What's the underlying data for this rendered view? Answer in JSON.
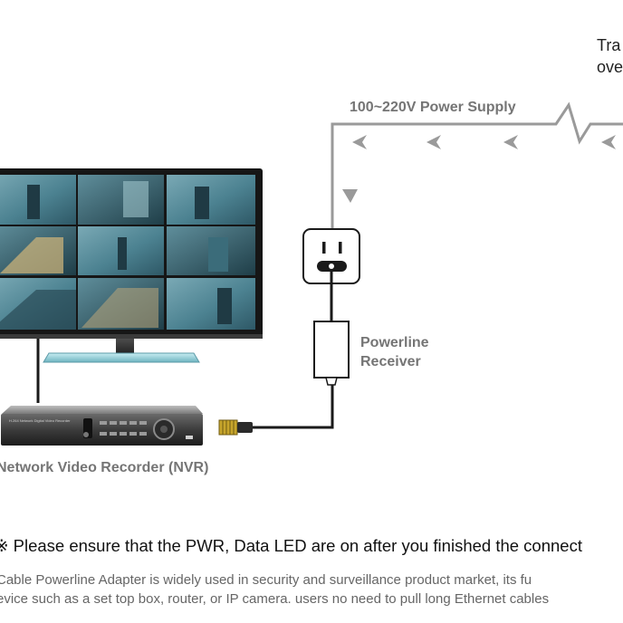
{
  "top_right_text": [
    "Tra",
    "ove"
  ],
  "power_supply_label": "100~220V Power Supply",
  "receiver_label": [
    "Powerline",
    "Receiver"
  ],
  "nvr_label": "Network Video Recorder (NVR)",
  "nvr_brand_text": "H.264  Network Digital Video Recorder",
  "note_text": "※ Please ensure that the PWR, Data LED are on after you finished the connect",
  "description_lines": [
    "Cable Powerline Adapter is widely used in security and surveillance product market, its fu",
    "evice such as a set top box, router, or IP camera. users no need to pull long Ethernet cables"
  ],
  "colors": {
    "cable": "#1a1a1a",
    "power_line": "#9a9a9a",
    "label_gray": "#757575",
    "screen_bg": "#4b7f8e",
    "stand_accent": "#8fd0dc"
  },
  "icons": [
    "power-outlet-icon",
    "flow-arrow-icon",
    "ethernet-plug-icon"
  ]
}
